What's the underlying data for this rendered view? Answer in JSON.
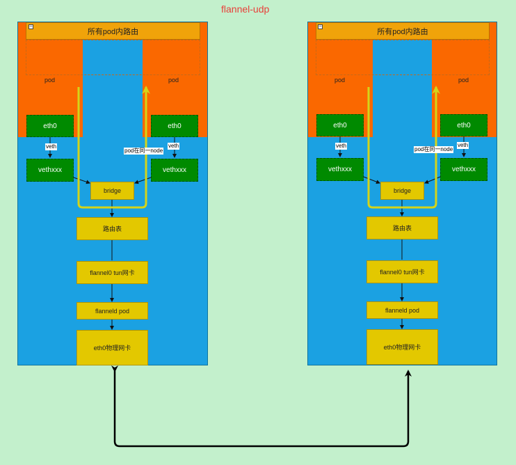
{
  "title": "flannel-udp",
  "hosts": [
    {
      "banner": "所有pod内路由",
      "pod_left": "pod",
      "pod_right": "pod",
      "eth0_left": "eth0",
      "eth0_right": "eth0",
      "veth_left": "veth",
      "veth_right": "veth",
      "same_node": "pod在同一node",
      "vethxxx_left": "vethxxx",
      "vethxxx_right": "vethxxx",
      "bridge": "bridge",
      "route_table": "路由表",
      "flannel0": "flannel0 tun网卡",
      "flanneld": "flanneld pod",
      "eth0_phys": "eth0物理网卡",
      "collapse_icon": "−"
    },
    {
      "banner": "所有pod内路由",
      "pod_left": "pod",
      "pod_right": "pod",
      "eth0_left": "eth0",
      "eth0_right": "eth0",
      "veth_left": "veth",
      "veth_right": "veth",
      "same_node": "pod在同一node",
      "vethxxx_left": "vethxxx",
      "vethxxx_right": "vethxxx",
      "bridge": "bridge",
      "route_table": "路由表",
      "flannel0": "flannel0 tun网卡",
      "flanneld": "flanneld pod",
      "eth0_phys": "eth0物理网卡",
      "collapse_icon": "−"
    }
  ],
  "colors": {
    "background": "#c3f0cc",
    "node": "#1ba1e2",
    "pod": "#fa6800",
    "banner": "#f0a30a",
    "interface": "#008a00",
    "component": "#e3c800",
    "flow_line": "#d4d41a",
    "title": "#e8403a"
  }
}
